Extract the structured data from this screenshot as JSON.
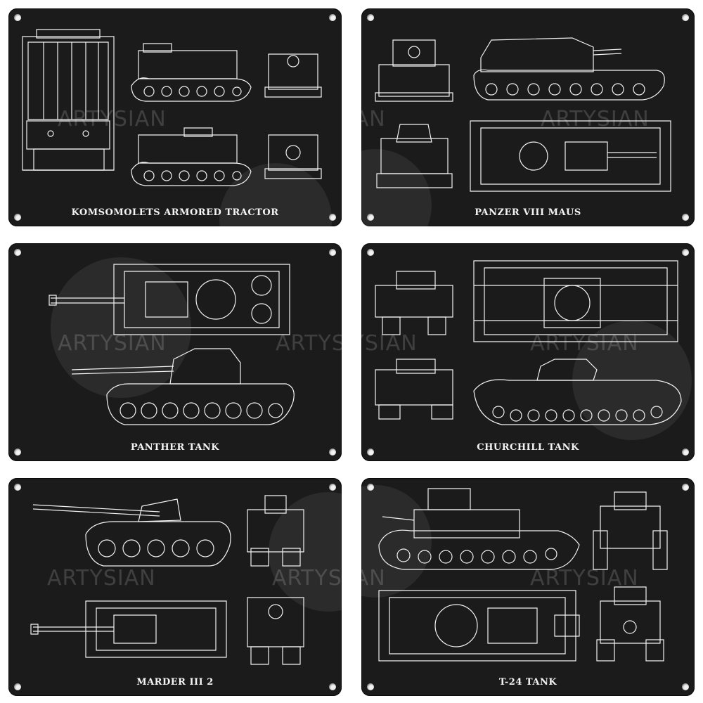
{
  "signs": [
    {
      "caption": "KOMSOMOLETS ARMORED TRACTOR",
      "watermark": "ARTYSIAN"
    },
    {
      "caption": "PANZER VIII MAUS",
      "watermark": "ARTYSIAN"
    },
    {
      "caption": "PANTHER TANK",
      "watermark": "ARTYSIAN"
    },
    {
      "caption": "CHURCHILL TANK",
      "watermark": "ARTYSIAN"
    },
    {
      "caption": "MARDER III 2",
      "watermark": "ARTYSIAN"
    },
    {
      "caption": "T-24 TANK",
      "watermark": "ARTYSIAN"
    }
  ],
  "colors": {
    "plate": "#1b1b1b",
    "line": "#f2f2f2",
    "background": "#ffffff"
  }
}
